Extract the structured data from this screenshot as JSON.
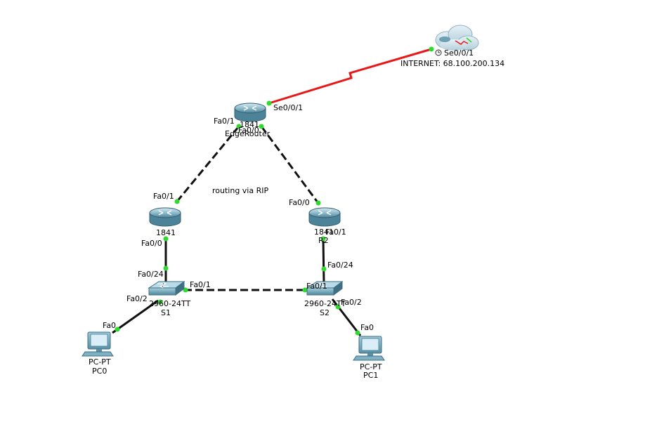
{
  "topology": {
    "annotation": "routing via RIP",
    "internet": {
      "port_label": "Se0/0/1",
      "label": "INTERNET: 68.100.200.134"
    },
    "edge_router": {
      "model": "1841",
      "name": "EdgeRouter",
      "port_serial": "Se0/0/1",
      "port_fa1": "Fa0/1",
      "port_fa0": "Fa0/0"
    },
    "r1": {
      "model": "1841",
      "port_top": "Fa0/1",
      "port_bottom": "Fa0/0"
    },
    "r2": {
      "model": "1841",
      "name": "R2",
      "port_top": "Fa0/0",
      "port_bottom": "Fa0/1"
    },
    "s1": {
      "model": "2960-24TT",
      "name": "S1",
      "port_top": "Fa0/24",
      "port_right": "Fa0/1",
      "port_left": "Fa0/2"
    },
    "s2": {
      "model": "2960-24TT",
      "name": "S2",
      "port_top": "Fa0/24",
      "port_left": "Fa0/1",
      "port_right": "Fa0/2"
    },
    "pc0": {
      "model": "PC-PT",
      "name": "PC0",
      "port": "Fa0"
    },
    "pc1": {
      "model": "PC-PT",
      "name": "PC1",
      "port": "Fa0"
    }
  },
  "colors": {
    "serial_link": "#e81818",
    "ethernet_link": "#111111",
    "port_up": "#2ddb2d",
    "device_body": "#6fa6bb",
    "device_dark": "#3f6f82"
  }
}
